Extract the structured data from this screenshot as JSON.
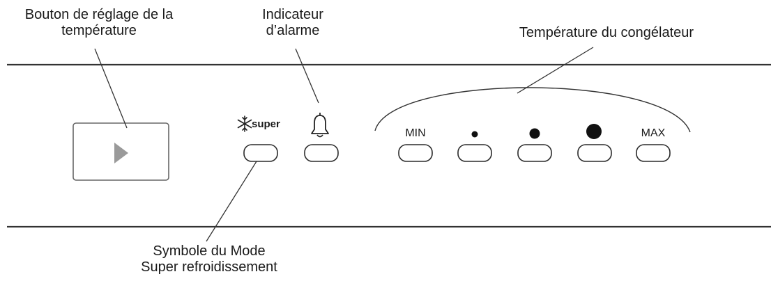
{
  "callouts": {
    "adjust_button": [
      "Bouton de réglage de la",
      "température"
    ],
    "alarm_indicator": [
      "Indicateur",
      "d’alarme"
    ],
    "freezer_temperature": "Température du congélateur",
    "super_mode": [
      "Symbole du Mode",
      "Super refroidissement"
    ]
  },
  "panel": {
    "super_label": "super",
    "temp_levels": {
      "min": "MIN",
      "max": "MAX"
    }
  },
  "colors": {
    "line": "#333333",
    "play_arrow": "#9a9a9a",
    "button_stroke": "#2a2a2a"
  },
  "icons": {
    "super": "snowflake-icon",
    "alarm": "bell-icon",
    "adjust": "play-triangle-icon"
  }
}
